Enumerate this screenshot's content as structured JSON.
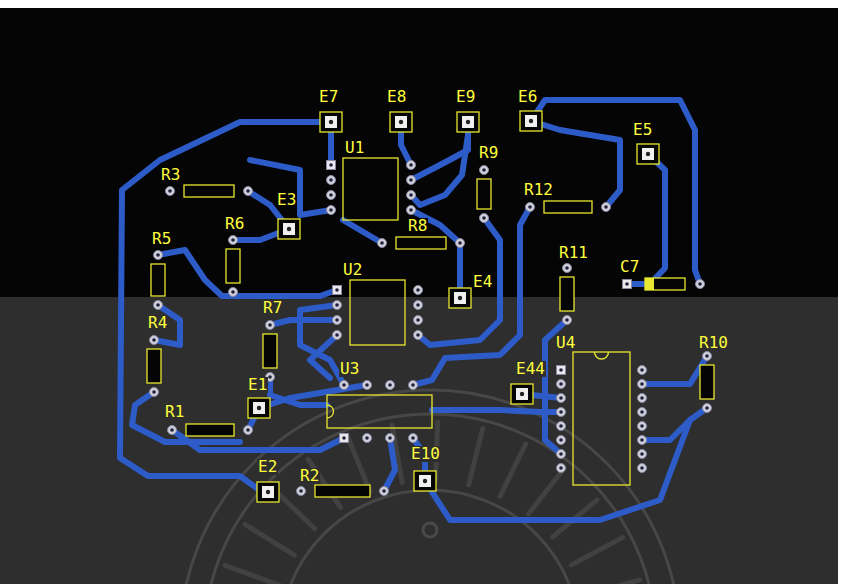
{
  "diagram": {
    "labels": [
      "E7",
      "E8",
      "E9",
      "E6",
      "E5",
      "U1",
      "R9",
      "R3",
      "R12",
      "E3",
      "R6",
      "R8",
      "R5",
      "R11",
      "C7",
      "U2",
      "E4",
      "R7",
      "R4",
      "U4",
      "R10",
      "E44",
      "U3",
      "E1",
      "R1",
      "E10",
      "E2",
      "R2"
    ]
  }
}
